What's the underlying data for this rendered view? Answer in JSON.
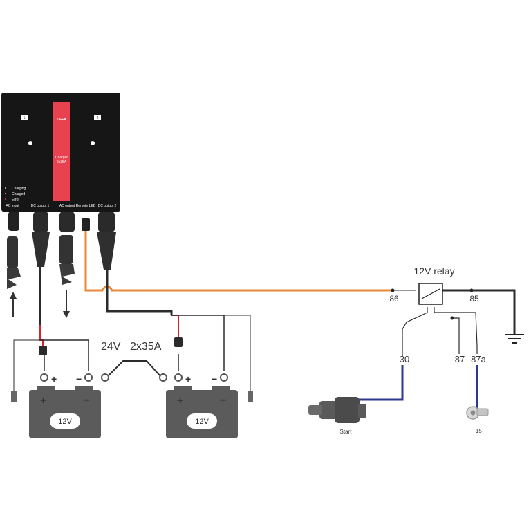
{
  "charger": {
    "brand": "DEFA",
    "product_line1": "Charger",
    "product_line2": "2x35A",
    "slot1": "1",
    "slot2": "2",
    "legend": [
      "Charging",
      "Charged",
      "Error"
    ],
    "ports": {
      "ac_input": "AC input",
      "dc_output_1": "DC output 1",
      "ac_output": "AC output",
      "remote_led": "Remote LED",
      "dc_output_2": "DC output 2"
    }
  },
  "relay": {
    "title": "12V relay",
    "pin_86": "86",
    "pin_85": "85",
    "pin_30": "30",
    "pin_87": "87",
    "pin_87a": "87a"
  },
  "middle": {
    "voltage": "24V",
    "current": "2x35A"
  },
  "battery1": {
    "label": "12V",
    "plus": "+",
    "minus": "−"
  },
  "battery2": {
    "label": "12V",
    "plus": "+",
    "minus": "−"
  },
  "start_label": "Start",
  "ignition_label": "+15",
  "colors": {
    "charger_body": "#161616",
    "charger_stripe": "#e8414f",
    "orange_wire": "#e8893a",
    "blue_wire": "#2d3a8c",
    "black_wire": "#2b2b2b",
    "red_wire": "#d9232d",
    "battery": "#5b5b5b"
  }
}
